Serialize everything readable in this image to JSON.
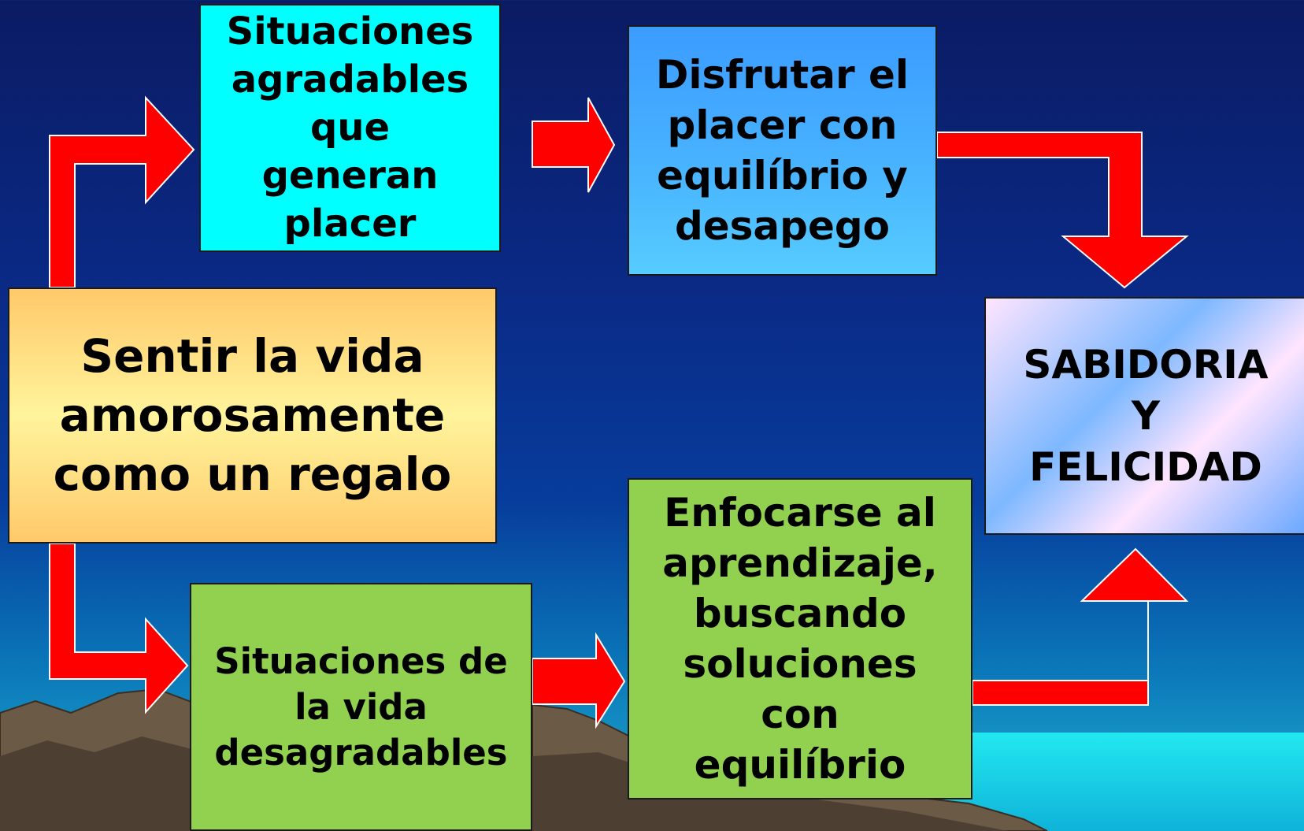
{
  "colors": {
    "arrow_fill": "#ff0000",
    "arrow_stroke": "#ffffff",
    "cyan_box": "#00ffff",
    "blue_box": "#3b9cff",
    "orange_box": "#ffc96a",
    "green_box": "#92d050",
    "background": "#0a2a86"
  },
  "boxes": {
    "situaciones_agradables": "Situaciones\nagradables\nque\ngeneran\nplacer",
    "disfrutar": "Disfrutar el\nplacer con\nequilíbrio y\ndesapego",
    "sentir_vida": "Sentir la vida\namorosamente\ncomo un regalo",
    "sabiduria": "SABIDORIA\nY\nFELICIDAD",
    "enfocarse": "Enfocarse al\naprendizaje,\nbuscando\nsoluciones\ncon\nequilíbrio",
    "situaciones_desagradables": "Situaciones de\nla vida\ndesagradables"
  }
}
